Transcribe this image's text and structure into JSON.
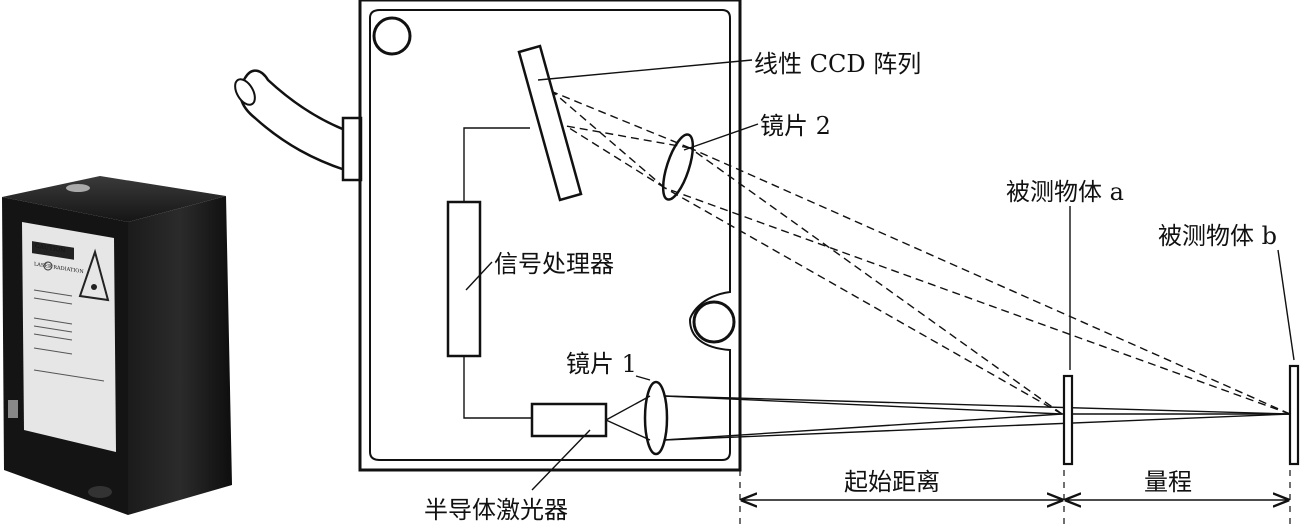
{
  "labels": {
    "ccd_array": "线性 CCD 阵列",
    "lens2": "镜片 2",
    "object_a": "被测物体 a",
    "object_b": "被测物体 b",
    "signal_processor": "信号处理器",
    "lens1": "镜片 1",
    "laser": "半导体激光器",
    "start_distance": "起始距离",
    "range": "量程"
  },
  "product_photo": {
    "stickers": [
      "CAUTION",
      "LASER RADIATION"
    ]
  }
}
